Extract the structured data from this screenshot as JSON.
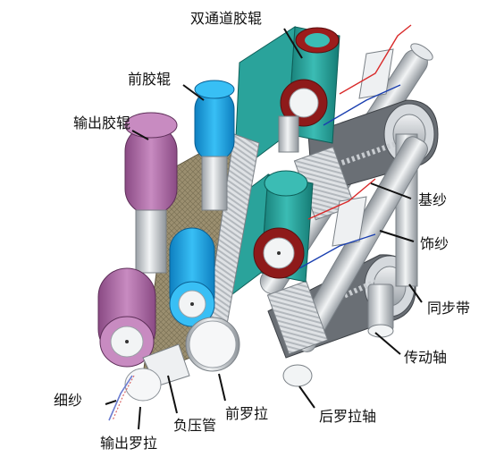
{
  "labels": {
    "dual_channel_roller": "双通道胶辊",
    "front_top_roller": "前胶辊",
    "output_top_roller": "输出胶辊",
    "base_yarn": "基纱",
    "decorative_yarn": "饰纱",
    "timing_belt": "同步带",
    "drive_shaft": "传动轴",
    "fine_yarn": "细纱",
    "output_bottom_roller": "输出罗拉",
    "negative_pressure_tube": "负压管",
    "front_bottom_roller": "前罗拉",
    "back_roller_shaft": "后罗拉轴"
  },
  "colors": {
    "teal": "#27a39c",
    "teal_dark": "#147a73",
    "blue": "#1aa6e6",
    "blue_dark": "#0e7fc0",
    "magenta": "#b06aa8",
    "magenta_dark": "#8a4a84",
    "dark_red": "#8e1a1a",
    "brown_belt": "#8a7d60",
    "gray_metal": "#b8bcc0",
    "belt_dark": "#5a5e63"
  }
}
